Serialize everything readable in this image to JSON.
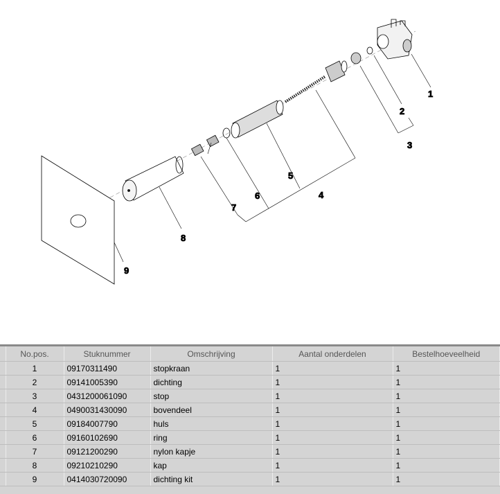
{
  "drawing": {
    "labels": [
      "1",
      "2",
      "3",
      "4",
      "5",
      "6",
      "7",
      "8",
      "9"
    ]
  },
  "table": {
    "headers": [
      "No.pos.",
      "Stuknummer",
      "Omschrijving",
      "Aantal onderdelen",
      "Bestelhoeveelheid"
    ],
    "rows": [
      {
        "pos": "1",
        "part": "09170311490",
        "desc": "stopkraan",
        "qty": "1",
        "order": "1"
      },
      {
        "pos": "2",
        "part": "09141005390",
        "desc": "dichting",
        "qty": "1",
        "order": "1"
      },
      {
        "pos": "3",
        "part": "0431200061090",
        "desc": "stop",
        "qty": "1",
        "order": "1"
      },
      {
        "pos": "4",
        "part": "0490031430090",
        "desc": "bovendeel",
        "qty": "1",
        "order": "1"
      },
      {
        "pos": "5",
        "part": "09184007790",
        "desc": "huls",
        "qty": "1",
        "order": "1"
      },
      {
        "pos": "6",
        "part": "09160102690",
        "desc": "ring",
        "qty": "1",
        "order": "1"
      },
      {
        "pos": "7",
        "part": "09121200290",
        "desc": "nylon kapje",
        "qty": "1",
        "order": "1"
      },
      {
        "pos": "8",
        "part": "09210210290",
        "desc": "kap",
        "qty": "1",
        "order": "1"
      },
      {
        "pos": "9",
        "part": "0414030720090",
        "desc": "dichting kit",
        "qty": "1",
        "order": "1"
      }
    ]
  }
}
